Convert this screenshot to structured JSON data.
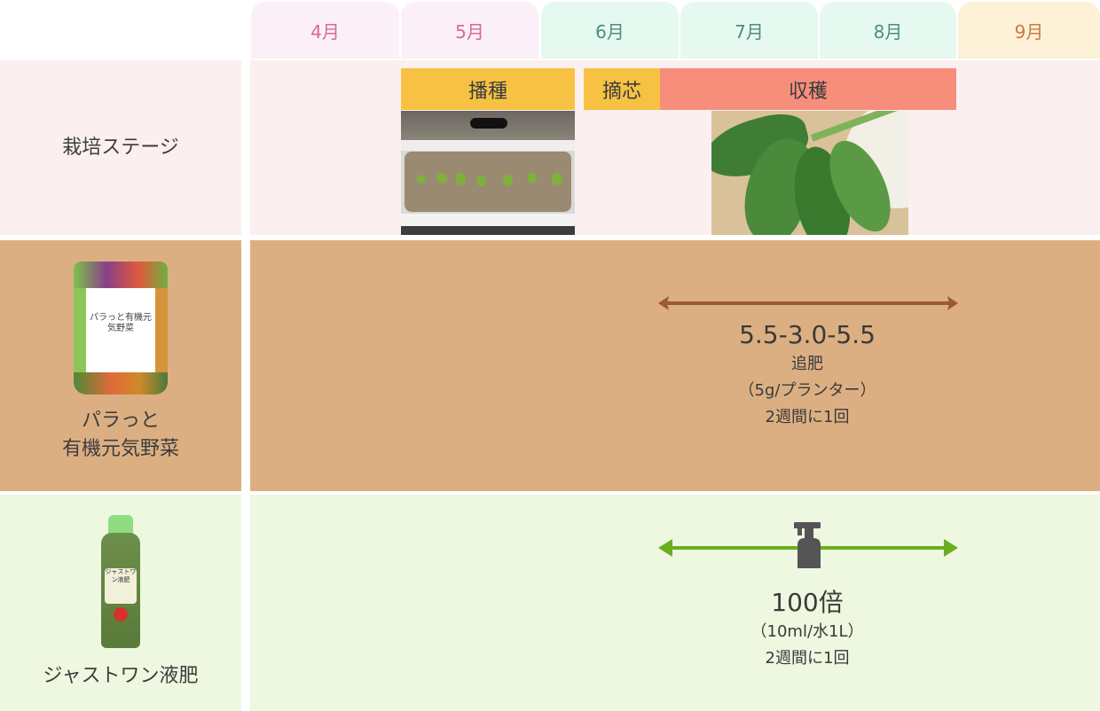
{
  "months": [
    {
      "label": "4月",
      "bg": "#fcf0f8",
      "color": "#d5689a"
    },
    {
      "label": "5月",
      "bg": "#fcf0f8",
      "color": "#d5689a"
    },
    {
      "label": "6月",
      "bg": "#e6f9f0",
      "color": "#4f8c84"
    },
    {
      "label": "7月",
      "bg": "#e6f9f0",
      "color": "#4f8c84"
    },
    {
      "label": "8月",
      "bg": "#e6f9f0",
      "color": "#4f8c84"
    },
    {
      "label": "9月",
      "bg": "#fdf1d7",
      "color": "#c97a45"
    }
  ],
  "rows": {
    "stage": {
      "label": "栽培ステージ",
      "bg": "#fbf0ef",
      "bars": [
        {
          "label": "播種",
          "color": "#f7c244"
        },
        {
          "label": "摘芯",
          "color": "#f7c244"
        },
        {
          "label": "収穫",
          "color": "#f78e7c"
        }
      ],
      "images": [
        {
          "name": "seedling-planter-photo"
        },
        {
          "name": "harvested-leaves-photo"
        }
      ]
    },
    "solid_fertilizer": {
      "label_line1": "パラっと",
      "label_line2": "有機元気野菜",
      "bg": "#dcaf83",
      "arrow_color": "#9c5a2e",
      "ratio": "5.5-3.0-5.5",
      "line1": "追肥",
      "line2": "（5g/プランター）",
      "line3": "2週間に1回",
      "product_text": "パラっと有機元気野菜"
    },
    "liquid_fertilizer": {
      "label": "ジャストワン液肥",
      "bg": "#eef7df",
      "arrow_color": "#6aae1f",
      "dilution": "100倍",
      "line1": "（10ml/水1L）",
      "line2": "2週間に1回",
      "product_text": "ジャストワン液肥"
    }
  }
}
